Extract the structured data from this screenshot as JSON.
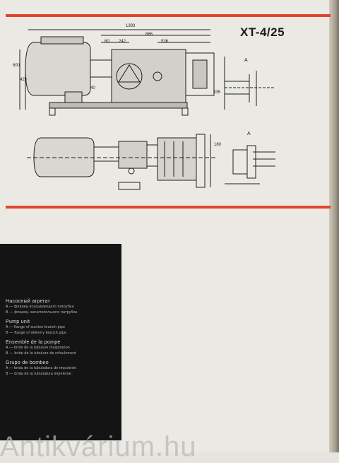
{
  "page": {
    "model": "XT-4/25"
  },
  "drawing": {
    "dims": {
      "d1": "1393",
      "d2": "866",
      "d3": "242",
      "d4": "536",
      "d5": "60",
      "d6": "600",
      "d7": "425",
      "d8": "40",
      "d9": "335",
      "d10": "180"
    },
    "section_label": "A"
  },
  "legend": {
    "groups": [
      {
        "title": "Насосный агрегат",
        "lines": [
          "A — фланец всасывающего патрубка",
          "B — фланец нагнетательного патрубка"
        ]
      },
      {
        "title": "Pump unit",
        "lines": [
          "A — flange of suction branch pipe",
          "B — flange of delivery branch pipe"
        ]
      },
      {
        "title": "Ensemble de la pompe",
        "lines": [
          "A — bride de la tubulure d'aspiration",
          "B — bride de la tubulure de refoulement"
        ]
      },
      {
        "title": "Grupo de bombeo",
        "lines": [
          "A — brida de la tubuladura de impulsión",
          "B — brida de la tubuladura impelente"
        ]
      }
    ]
  },
  "watermark": "Antikvárium.hu"
}
